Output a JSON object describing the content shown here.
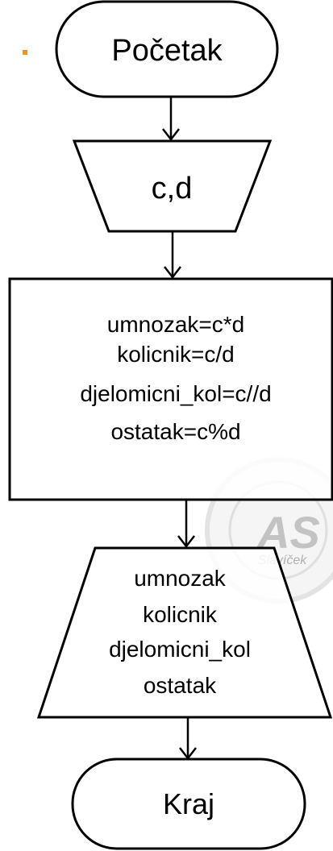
{
  "flowchart": {
    "start": {
      "label": "Početak"
    },
    "input": {
      "label": "c,d"
    },
    "process": {
      "lines": [
        "umnozak=c*d",
        "kolicnik=c/d",
        "djelomicni_kol=c//d",
        "ostatak=c%d"
      ]
    },
    "output": {
      "lines": [
        "umnozak",
        "kolicnik",
        "djelomicni_kol",
        "ostatak"
      ]
    },
    "end": {
      "label": "Kraj"
    }
  },
  "watermark": {
    "logo_text": "AS",
    "name_text": "Slavíček"
  },
  "colors": {
    "accent": "#f0922b",
    "stroke": "#000000",
    "watermark": "#c8c8c8"
  }
}
